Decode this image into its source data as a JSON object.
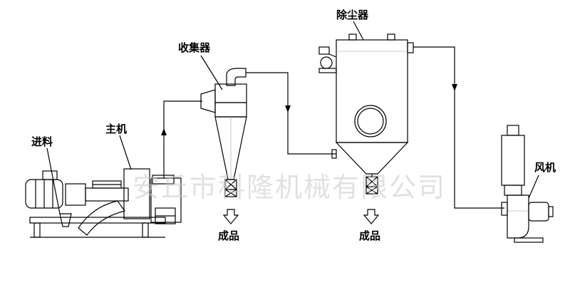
{
  "labels": {
    "feed": "进料",
    "main_machine": "主机",
    "collector": "收集器",
    "dust_remover": "除尘器",
    "fan": "风机",
    "product_1": "成品",
    "product_2": "成品"
  },
  "watermark": "安丘市科隆机械有限公司",
  "colors": {
    "accent_blue": "#4a86d4",
    "metal_light": "#e6e6e6",
    "metal_mid": "#bdbdbd",
    "metal_dark": "#6a6a6a",
    "watermark": "#c8c8c8"
  }
}
